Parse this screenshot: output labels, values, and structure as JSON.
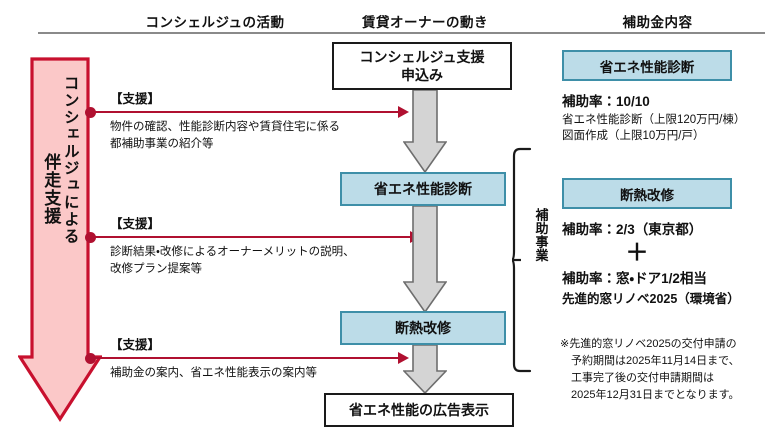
{
  "header": {
    "columns": [
      {
        "id": "concierge",
        "label": "コンシェルジュの活動"
      },
      {
        "id": "owner",
        "label": "賃貸オーナーの動き"
      },
      {
        "id": "subsidy",
        "label": "補助金内容"
      }
    ]
  },
  "pink_arrow": {
    "left_text": "伴走支援",
    "right_text": "コンシェルジュによる",
    "fill_color": "#fbc8c8",
    "border_color": "#c8102e"
  },
  "support_blocks": [
    {
      "tag": "【支援】",
      "body": "物件の確認、性能診断内容や賃貸住宅に係る\n都補助事業の紹介等"
    },
    {
      "tag": "【支援】",
      "body": "診断結果・改修によるオーナーメリットの説明、\n改修プラン提案等"
    },
    {
      "tag": "【支援】",
      "body": "補助金の案内、省エネ性能表示の案内等"
    }
  ],
  "flow": {
    "connector_color": "#b01030",
    "arrow_fill": "#d4d4d4",
    "arrow_border": "#6e6e6e",
    "boxes": [
      {
        "id": "apply",
        "label": "コンシェルジュ支援\n申込み",
        "style": "white"
      },
      {
        "id": "diagnosis",
        "label": "省エネ性能診断",
        "style": "blue"
      },
      {
        "id": "insulation",
        "label": "断熱改修",
        "style": "blue"
      },
      {
        "id": "advert",
        "label": "省エネ性能の広告表示",
        "style": "white"
      }
    ]
  },
  "bracket": {
    "label": "補助事業"
  },
  "subsidy": {
    "accent_fill": "#bcdce8",
    "accent_border": "#3e8fa8",
    "sections": [
      {
        "id": "diagnosis",
        "heading": "省エネ性能診断",
        "rate": "補助率：10/10",
        "details": "省エネ性能診断（上限120万円/棟）\n図面作成（上限10万円/戸）"
      },
      {
        "id": "insulation",
        "heading": "断熱改修",
        "rate": "補助率：2/3（東京都）",
        "plus": "＋",
        "rate2": "補助率：窓・ドア1/2相当",
        "rate2_sub": "先進的窓リノベ2025（環境省）"
      }
    ],
    "note": "※先進的窓リノベ2025の交付申請の\n　予約期間は2025年11月14日まで、\n　工事完了後の交付申請期間は\n　2025年12月31日までとなります。"
  }
}
